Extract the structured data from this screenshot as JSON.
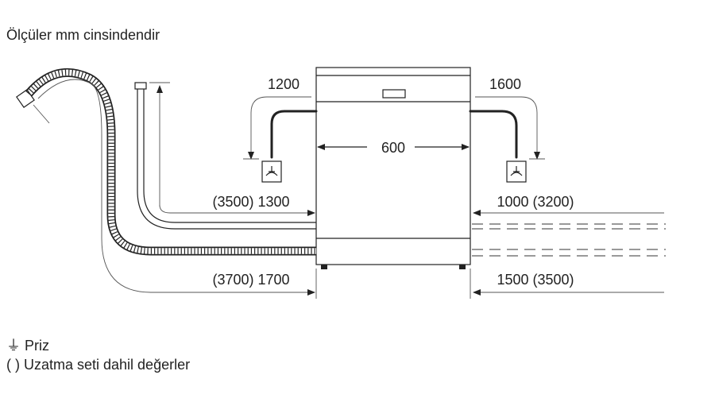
{
  "title": "Ölçüler mm cinsindendir",
  "dims": {
    "left_top": "1200",
    "right_top": "1600",
    "width": "600",
    "inlet_left": "(3500) 1300",
    "inlet_right": "1000 (3200)",
    "drain_left": "(3700) 1700",
    "drain_right": "1500 (3500)"
  },
  "legend": {
    "socket_symbol": "⏚",
    "socket_label": "Priz",
    "paren_label": "( ) Uzatma seti dahil değerler"
  }
}
